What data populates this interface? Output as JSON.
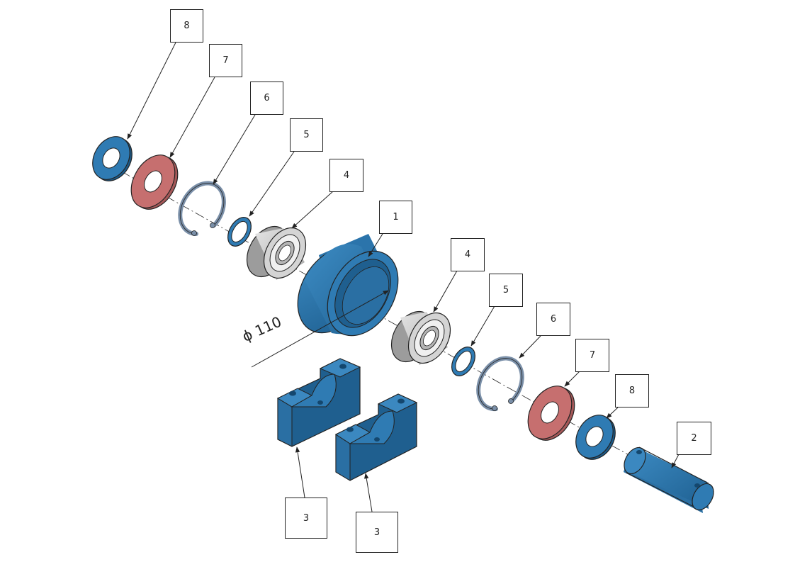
{
  "diagram": {
    "dimension": "ϕ 110",
    "balloons": [
      {
        "id": "b8a",
        "num": "8"
      },
      {
        "id": "b7a",
        "num": "7"
      },
      {
        "id": "b6a",
        "num": "6"
      },
      {
        "id": "b5a",
        "num": "5"
      },
      {
        "id": "b4a",
        "num": "4"
      },
      {
        "id": "b1",
        "num": "1"
      },
      {
        "id": "b4b",
        "num": "4"
      },
      {
        "id": "b5b",
        "num": "5"
      },
      {
        "id": "b6b",
        "num": "6"
      },
      {
        "id": "b7b",
        "num": "7"
      },
      {
        "id": "b8b",
        "num": "8"
      },
      {
        "id": "b2",
        "num": "2"
      },
      {
        "id": "b3a",
        "num": "3"
      },
      {
        "id": "b3b",
        "num": "3"
      }
    ]
  },
  "colors": {
    "steel_blue": "#2f7bb3",
    "steel_blue_dark": "#1c5a88",
    "fiber_washer": "#c66f6f",
    "bearing_gray": "#c9c9c9",
    "line": "#222222"
  }
}
